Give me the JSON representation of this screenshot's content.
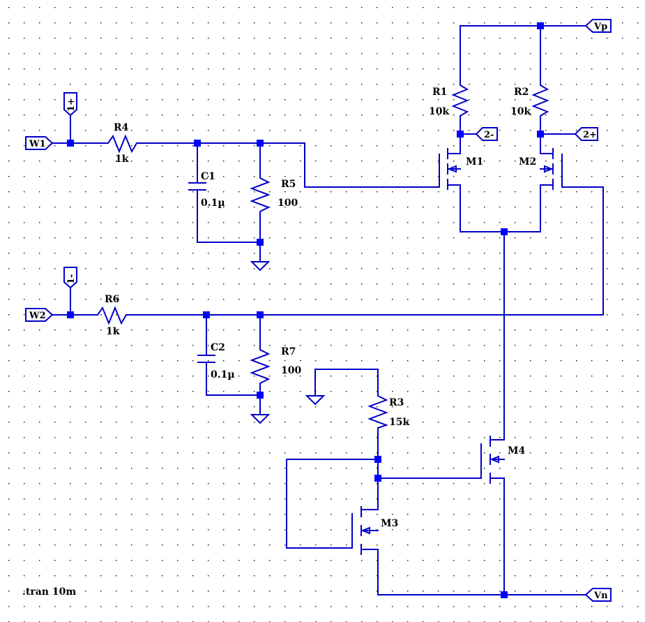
{
  "schematic": {
    "components": {
      "R1": {
        "name": "R1",
        "value": "10k"
      },
      "R2": {
        "name": "R2",
        "value": "10k"
      },
      "R3": {
        "name": "R3",
        "value": "15k"
      },
      "R4": {
        "name": "R4",
        "value": "1k"
      },
      "R5": {
        "name": "R5",
        "value": "100"
      },
      "R6": {
        "name": "R6",
        "value": "1k"
      },
      "R7": {
        "name": "R7",
        "value": "100"
      },
      "C1": {
        "name": "C1",
        "value": "0.1µ"
      },
      "C2": {
        "name": "C2",
        "value": "0.1µ"
      },
      "M1": {
        "name": "M1"
      },
      "M2": {
        "name": "M2"
      },
      "M3": {
        "name": "M3"
      },
      "M4": {
        "name": "M4"
      }
    },
    "net_labels": {
      "vp": "Vp",
      "vn": "Vn",
      "w1": "W1",
      "w2": "W2",
      "one_plus": "1+",
      "one_minus": "1-",
      "two_minus": "2-",
      "two_plus": "2+"
    },
    "directive": ".tran 10m",
    "colors": {
      "wire": "#0000c8",
      "junction": "#0000ff",
      "grid_dot": "#000000",
      "text": "#000000",
      "background": "#ffffff"
    }
  }
}
